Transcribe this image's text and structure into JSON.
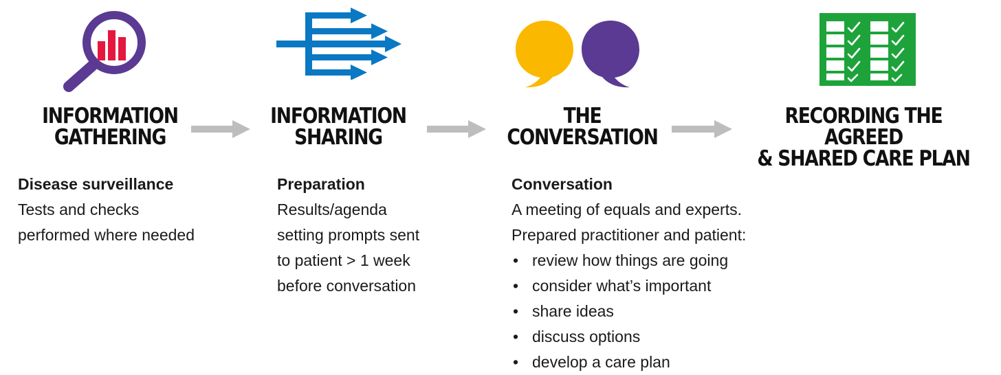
{
  "colors": {
    "purple": "#5a3a92",
    "red": "#e5173f",
    "blue": "#0a78c3",
    "yellow": "#fbb800",
    "green": "#1ea33b",
    "arrow_gray": "#bdbdbd"
  },
  "steps": [
    {
      "icon": "magnifier-chart-icon",
      "heading": [
        "INFORMATION",
        "GATHERING"
      ],
      "title": "Disease surveillance",
      "lines": [
        "Tests and checks",
        "performed where needed"
      ]
    },
    {
      "icon": "branching-arrows-icon",
      "heading": [
        "INFORMATION",
        "SHARING"
      ],
      "title": "Preparation",
      "lines": [
        "Results/agenda",
        "setting prompts sent",
        "to patient > 1 week",
        "before conversation"
      ]
    },
    {
      "icon": "speech-bubbles-icon",
      "heading": [
        "THE",
        "CONVERSATION"
      ],
      "title": "Conversation",
      "lines": [
        "A meeting of equals and experts.",
        "Prepared practitioner and patient:"
      ],
      "bullet_symbol": "•",
      "bullets": [
        "review how things are going",
        "consider what’s important",
        "share ideas",
        "discuss options",
        "develop a care plan"
      ]
    },
    {
      "icon": "checklist-icon",
      "heading": [
        "RECORDING THE AGREED",
        "& SHARED CARE PLAN"
      ]
    }
  ]
}
